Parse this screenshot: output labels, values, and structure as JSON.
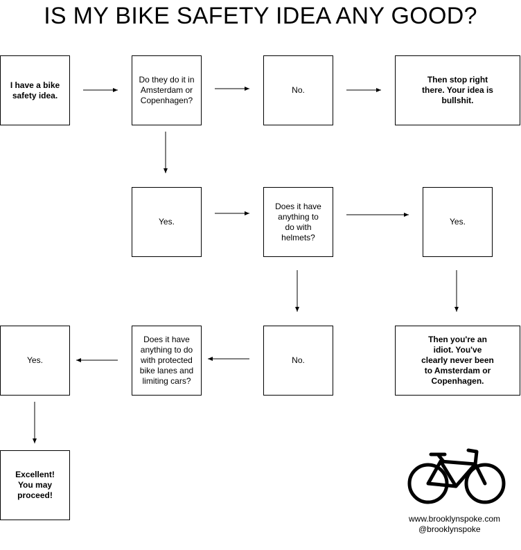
{
  "title": "IS MY BIKE SAFETY IDEA ANY GOOD?",
  "nodes": {
    "start": "I have a bike safety idea.",
    "q_amsterdam": "Do they do it in Amsterdam or Copenhagen?",
    "no_1": "No.",
    "stop": "Then stop right there. Your idea is bullshit.",
    "yes_1": "Yes.",
    "q_helmets": "Does it have anything to do with helmets?",
    "yes_2": "Yes.",
    "yes_3": "Yes.",
    "q_lanes": "Does it have anything to do with protected bike lanes and limiting cars?",
    "no_2": "No.",
    "idiot": "Then you're an idiot. You've clearly never been to Amsterdam or Copenhagen.",
    "excellent": "Excellent! You may proceed!"
  },
  "credit": {
    "website": "www.brooklynspoke.com",
    "handle": "@brooklynspoke"
  }
}
